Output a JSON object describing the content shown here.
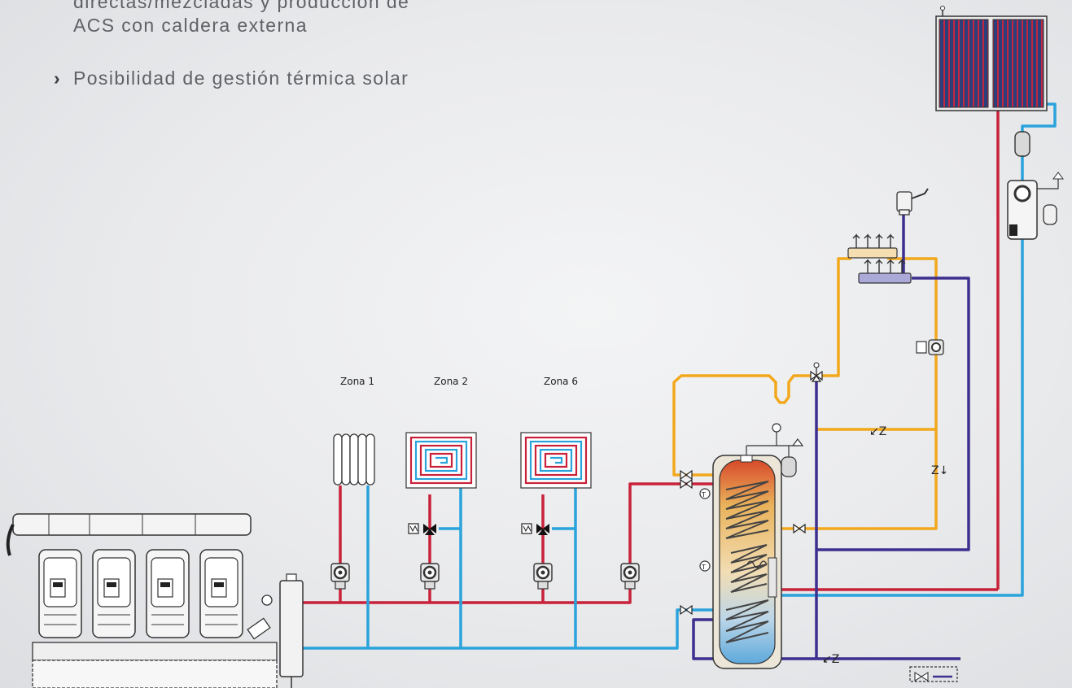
{
  "bullets": [
    {
      "text": "directas/mezcladas y producción de ACS con caldera externa",
      "icon": "chevron-right-icon"
    },
    {
      "text": "Posibilidad de gestión térmica solar",
      "icon": "chevron-right-icon"
    }
  ],
  "zones": [
    "Zona 1",
    "Zona 2",
    "Zona 6"
  ],
  "colors": {
    "supply": "#c8223a",
    "return": "#2aa3dc",
    "dhw_hot": "#f2a81d",
    "cold_water": "#3c2f8f"
  }
}
